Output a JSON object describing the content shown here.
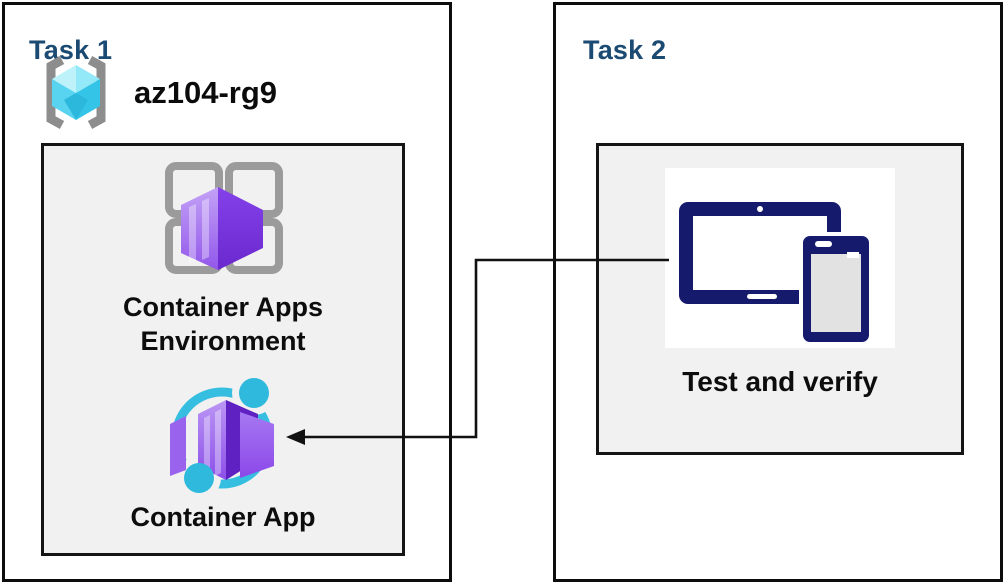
{
  "task1": {
    "title": "Task 1",
    "resource_group_name": "az104-rg9",
    "nodes": [
      {
        "label": "Container Apps Environment",
        "icon": "container-apps-environment-icon"
      },
      {
        "label": "Container App",
        "icon": "container-app-icon"
      }
    ]
  },
  "task2": {
    "title": "Task 2",
    "nodes": [
      {
        "label": "Test and verify",
        "icon": "tablet-phone-devices-icon"
      }
    ]
  },
  "connector": {
    "from": "Test and verify",
    "to": "Container App",
    "shape": "elbow-arrow-left"
  },
  "icons": {
    "resource_group": "resource-group-icon",
    "environment": "container-apps-environment-icon",
    "container_app": "container-app-icon",
    "devices": "tablet-phone-devices-icon"
  },
  "colors": {
    "task_title_blue": "#1b4a72",
    "box_border_black": "#0d0d0d",
    "inner_box_gray": "#f1f1f1",
    "label_black": "#0d0d0d",
    "purple_light": "#b893f2",
    "purple_mid": "#8a52ee",
    "purple_dark": "#6526c8",
    "orbit_cyan": "#35bedf",
    "rg_cyan_light": "#bdf2fb",
    "rg_cyan_mid": "#58d4f0",
    "rg_cyan_dark": "#33c4e7",
    "bracket_gray": "#8d8d8d",
    "grid_gray": "#9b9b9b",
    "device_navy": "#151a6c",
    "phone_screen_gray": "#e2e2e2"
  }
}
